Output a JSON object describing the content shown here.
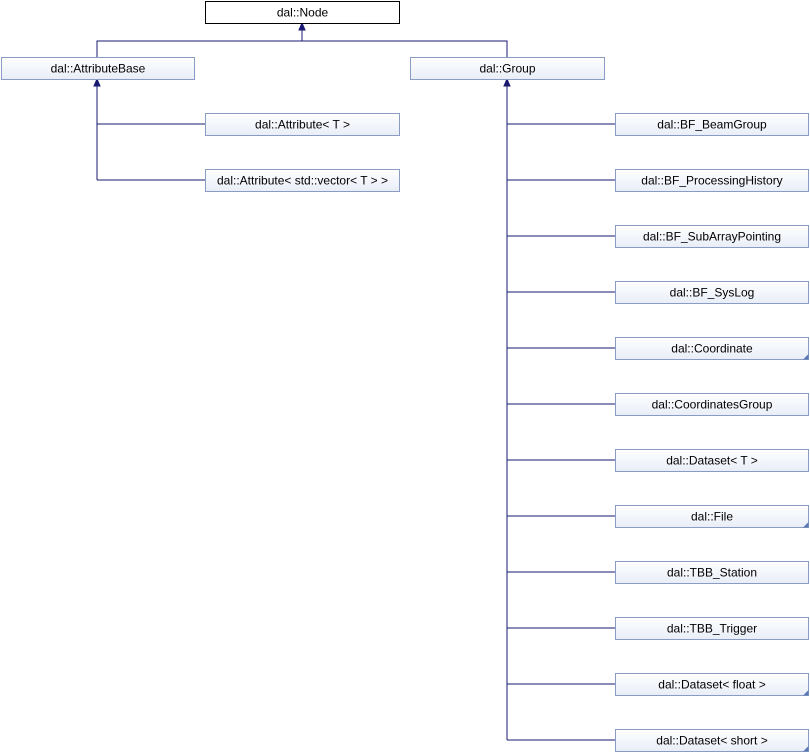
{
  "diagram": {
    "title": "",
    "root": {
      "id": "node",
      "label": "dal::Node"
    },
    "nodes": [
      {
        "id": "node",
        "label": "dal::Node",
        "style": "root"
      },
      {
        "id": "attributebase",
        "label": "dal::AttributeBase",
        "style": "class",
        "parent": "node"
      },
      {
        "id": "group",
        "label": "dal::Group",
        "style": "class",
        "parent": "node"
      },
      {
        "id": "attribute-t",
        "label": "dal::Attribute< T >",
        "style": "class",
        "parent": "attributebase"
      },
      {
        "id": "attribute-vector",
        "label": "dal::Attribute< std::vector< T > >",
        "style": "class",
        "parent": "attributebase"
      },
      {
        "id": "bf-beamgroup",
        "label": "dal::BF_BeamGroup",
        "style": "class",
        "parent": "group"
      },
      {
        "id": "bf-processinghistory",
        "label": "dal::BF_ProcessingHistory",
        "style": "class",
        "parent": "group"
      },
      {
        "id": "bf-subarraypointing",
        "label": "dal::BF_SubArrayPointing",
        "style": "class",
        "parent": "group"
      },
      {
        "id": "bf-syslog",
        "label": "dal::BF_SysLog",
        "style": "class",
        "parent": "group"
      },
      {
        "id": "coordinate",
        "label": "dal::Coordinate",
        "style": "class",
        "parent": "group",
        "has_children_marker": true
      },
      {
        "id": "coordinatesgroup",
        "label": "dal::CoordinatesGroup",
        "style": "class",
        "parent": "group"
      },
      {
        "id": "dataset-t",
        "label": "dal::Dataset< T >",
        "style": "class",
        "parent": "group"
      },
      {
        "id": "file",
        "label": "dal::File",
        "style": "class",
        "parent": "group",
        "has_children_marker": true
      },
      {
        "id": "tbb-station",
        "label": "dal::TBB_Station",
        "style": "class",
        "parent": "group"
      },
      {
        "id": "tbb-trigger",
        "label": "dal::TBB_Trigger",
        "style": "class",
        "parent": "group"
      },
      {
        "id": "dataset-float",
        "label": "dal::Dataset< float >",
        "style": "class",
        "parent": "group",
        "has_children_marker": true
      },
      {
        "id": "dataset-short",
        "label": "dal::Dataset< short >",
        "style": "class",
        "parent": "group",
        "has_children_marker": true
      }
    ],
    "colors": {
      "class_fill_top": "#ffffff",
      "class_fill_bottom": "#e8edf7",
      "class_border": "#8a9bc4",
      "root_fill": "#ffffff",
      "root_border": "#000000",
      "edge": "#191970",
      "corner_marker": "#5a78b4"
    }
  }
}
